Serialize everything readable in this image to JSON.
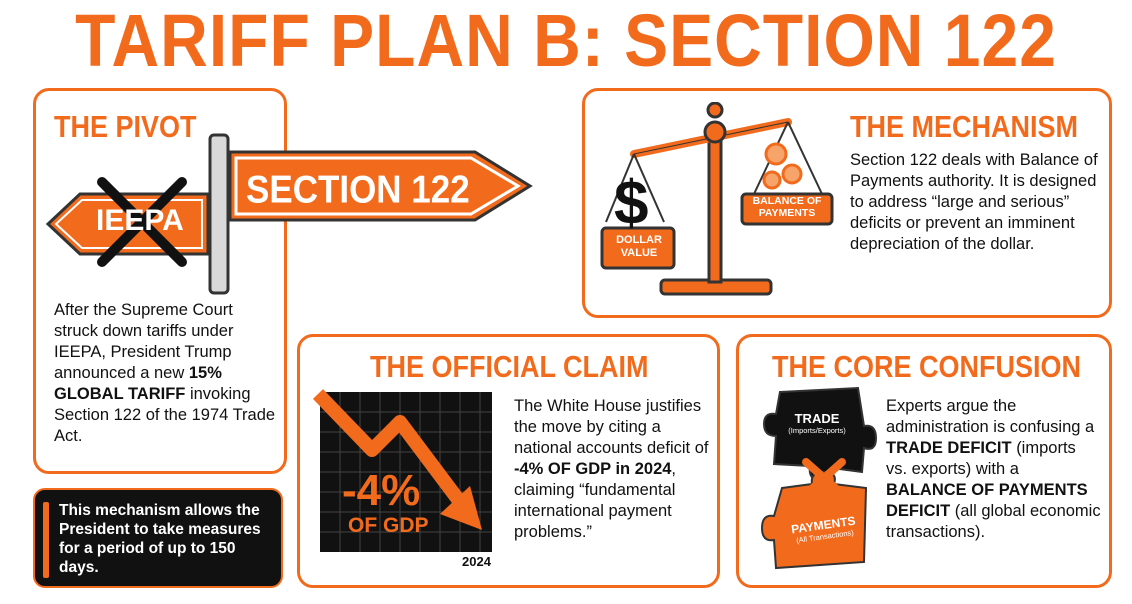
{
  "title": "TARIFF PLAN B: SECTION 122",
  "pivot": {
    "heading": "THE PIVOT",
    "sign_new": "SECTION 122",
    "sign_old": "IEEPA",
    "text_before": "After the Supreme Court struck down tariffs under IEEPA, President Trump announced a new",
    "text_bold": "15% GLOBAL TARIFF",
    "text_after": "invoking Section 122 of the 1974 Trade Act."
  },
  "note": "This mechanism allows the President to take measures for a period of up to 150 days.",
  "mechanism": {
    "heading": "THE MECHANISM",
    "label_left_1": "DOLLAR",
    "label_left_2": "VALUE",
    "label_right_1": "BALANCE OF",
    "label_right_2": "PAYMENTS",
    "dollar_sign": "$",
    "text": "Section 122 deals with Balance of Payments authority. It is designed to address “large and serious” deficits or prevent an imminent depreciation of the dollar."
  },
  "claim": {
    "heading": "THE OFFICIAL CLAIM",
    "chart_value": "-4%",
    "chart_unit": "OF GDP",
    "chart_year": "2024",
    "text_before": "The White House justifies the move by citing a national accounts deficit of",
    "text_bold": "-4% OF GDP in 2024",
    "text_after": ", claiming “fundamental international payment problems.”"
  },
  "confusion": {
    "heading": "THE CORE CONFUSION",
    "piece_top": "TRADE",
    "piece_top_sub": "(Imports/Exports)",
    "piece_bottom": "PAYMENTS",
    "piece_bottom_sub": "(All Transactions)",
    "text_1": "Experts argue the administration is confusing a",
    "text_bold_1": "TRADE DEFICIT",
    "text_2": "(imports vs. exports) with a",
    "text_bold_2": "BALANCE OF PAYMENTS DEFICIT",
    "text_3": "(all global economic transactions)."
  },
  "colors": {
    "accent": "#f26b1d",
    "dark": "#111111"
  }
}
